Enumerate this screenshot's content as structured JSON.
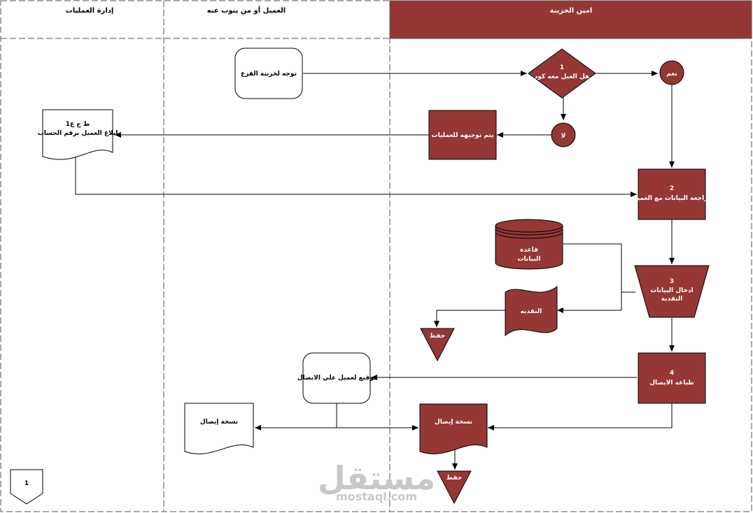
{
  "colors": {
    "accent": "#953735",
    "stroke": "#000000",
    "lane_border": "#555555"
  },
  "lanes": [
    {
      "label": "إدارة العمليات"
    },
    {
      "label": "العميل أو من ينوب عنه"
    },
    {
      "label": "امين الخزينة"
    }
  ],
  "nodes": {
    "go_to_branch": "توجه لخزينة الفرع",
    "decision_number": "1",
    "decision_text": "هل العيل معه كود",
    "yes": "نعم",
    "no": "لا",
    "redirect": "يتم توجيهه للعمليات",
    "form_title": "ط ج ع1",
    "form_text": "ابلاغ العميل برقم الحساب",
    "review_number": "2",
    "review_text": "مراجعة البيانات مع العميل",
    "database_line1": "قاعدة",
    "database_line2": "البيانات",
    "entry_number": "3",
    "entry_line1": "ادخال البيانات",
    "entry_line2": "النقدية",
    "cash_doc": "النقديه",
    "store1": "حفظ",
    "print_number": "4",
    "print_text": "طباعه الايصال",
    "sign": "توقيع لعميل علي الايصال",
    "receipt_copy_client": "نسخة إيصال",
    "receipt_copy_cashier": "نسخة إيصال",
    "store2": "حفظ",
    "connector": "1"
  },
  "watermark": {
    "brand": "مستقل",
    "site": "mostaql.com"
  }
}
